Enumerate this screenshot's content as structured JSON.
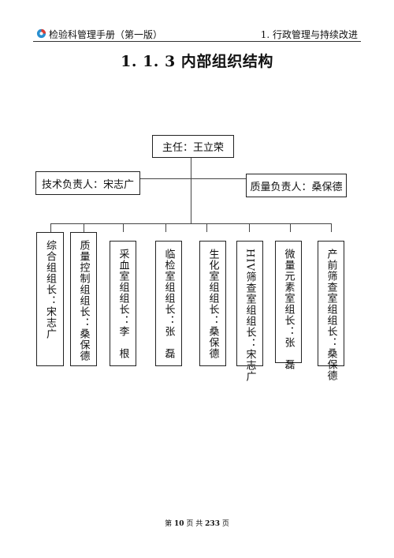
{
  "header": {
    "doc_title": "检验科管理手册（第一版）",
    "section": "1. 行政管理与持续改进",
    "logo_icon": "lab-logo-icon"
  },
  "page_title": "1. 1. 3 内部组织结构",
  "org": {
    "director": "主任：王立荣",
    "tech_lead": "技术负责人：宋志广",
    "quality_lead": "质量负责人：桑保德",
    "groups": [
      "综合组组长：宋志广",
      "质量控制组组长：桑保德",
      "采血室组组长：李　根",
      "临检室组组长：张　磊",
      "生化室组组长：桑保德",
      "HIV筛查室组组长：宋志广",
      "微量元素室组长：张　磊",
      "产前筛查室组组长：桑保德"
    ]
  },
  "footer": {
    "prefix": "第",
    "page": "10",
    "middle": "页 共",
    "total": "233",
    "suffix": "页"
  }
}
